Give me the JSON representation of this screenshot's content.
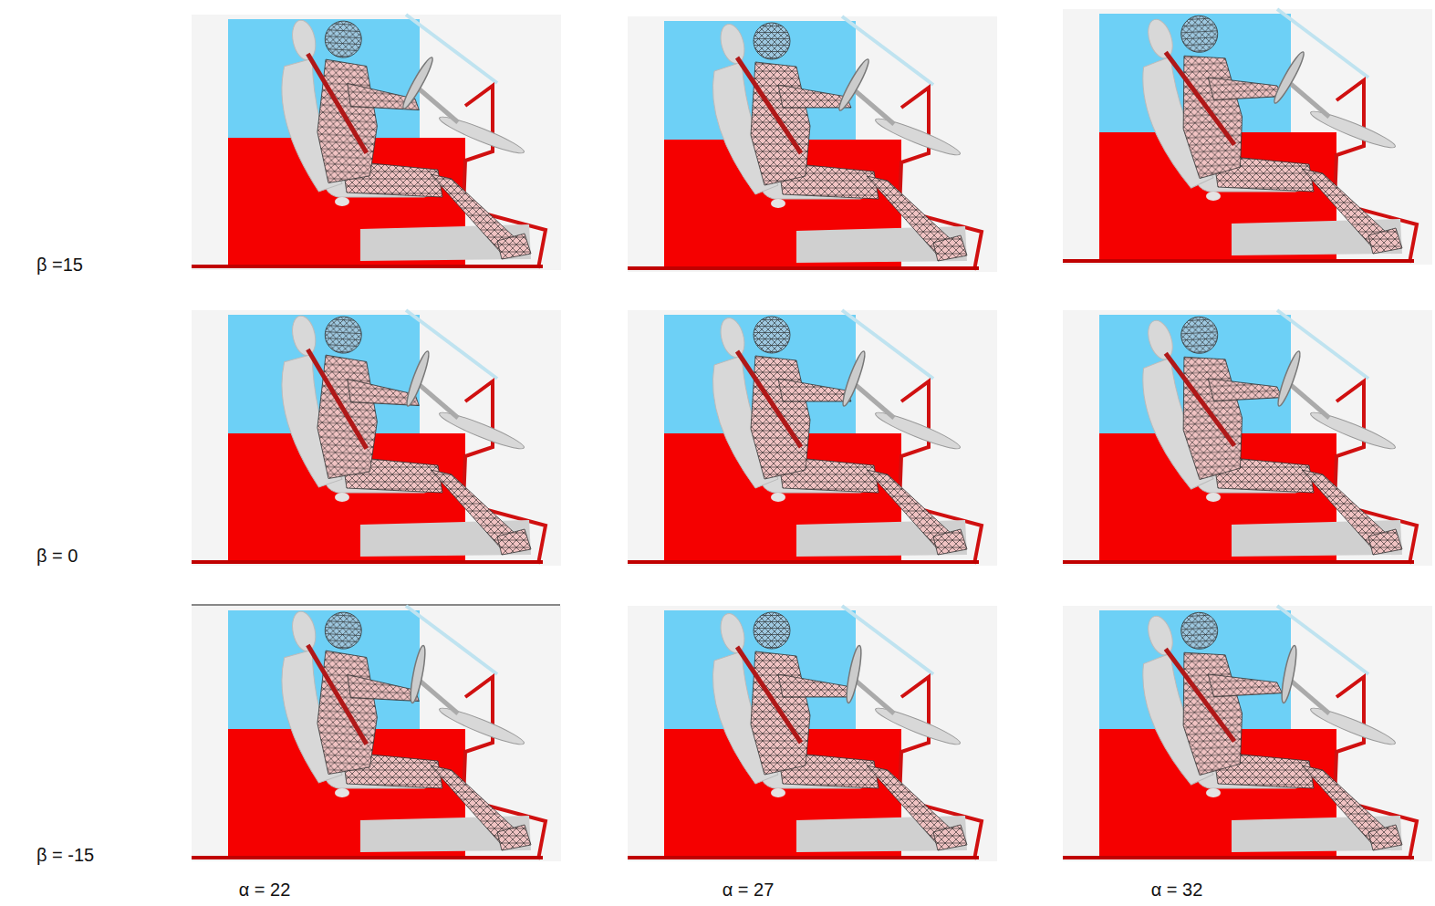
{
  "diagram": {
    "labels": [
      "β =15",
      "β = 0",
      "β = -15",
      "α = 22",
      "α = 27",
      "α = 32"
    ]
  }
}
